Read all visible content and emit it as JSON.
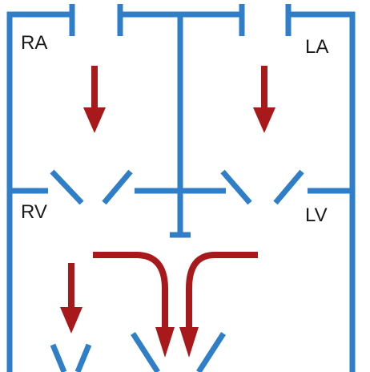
{
  "labels": {
    "ra": "RA",
    "la": "LA",
    "rv": "RV",
    "lv": "LV"
  },
  "colors": {
    "wall": "#2f7ec8",
    "flow": "#a8191c",
    "background": "#ffffff",
    "text": "#1a1a1a"
  }
}
